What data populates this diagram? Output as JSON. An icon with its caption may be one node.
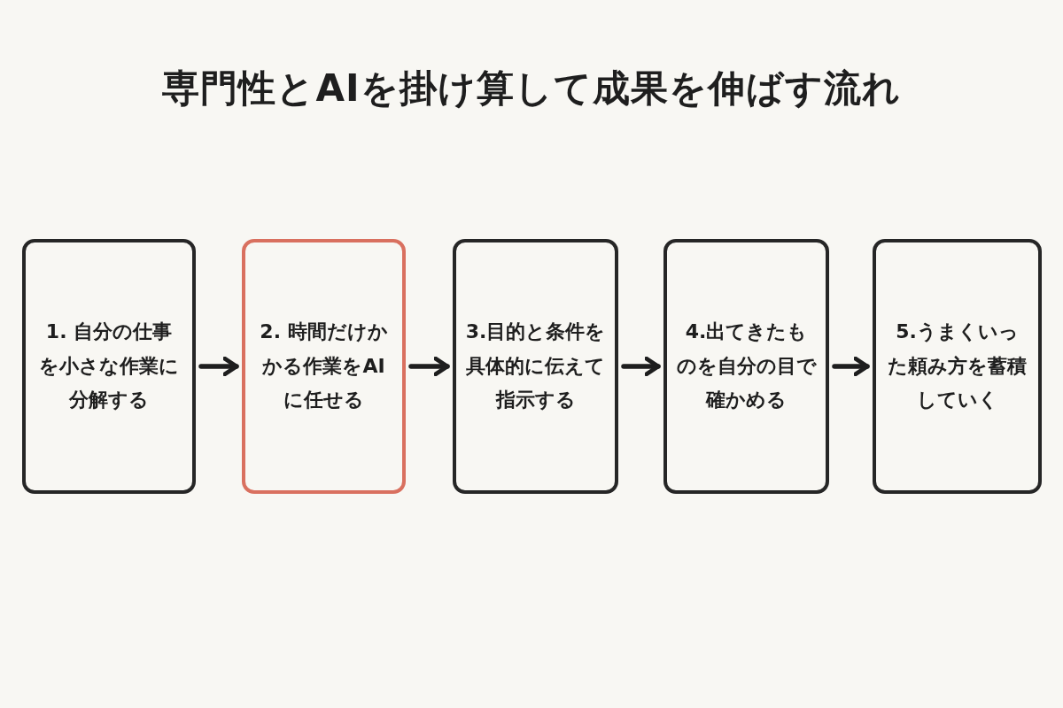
{
  "diagram": {
    "title": "専門性とAIを掛け算して成果を伸ばす流れ",
    "nodes": [
      {
        "text": [
          "1. 自分の仕事を小さな作業に分解する"
        ]
      },
      {
        "text": [
          "2. 時間だけかかる作業をAIに任せる"
        ]
      },
      {
        "text": [
          "3.目的と条件を具体的に伝えて指示する"
        ]
      },
      {
        "text": [
          "4.出てきたものを自分の目で確かめる"
        ]
      },
      {
        "text": [
          "5.うまくいった頼み方を蓄積していく"
        ]
      }
    ],
    "edges": [
      {
        "from": 0,
        "to": 1,
        "arrow": "to"
      },
      {
        "from": 1,
        "to": 2,
        "arrow": "to"
      },
      {
        "from": 2,
        "to": 3,
        "arrow": "to"
      },
      {
        "from": 3,
        "to": 4,
        "arrow": "to"
      }
    ]
  }
}
